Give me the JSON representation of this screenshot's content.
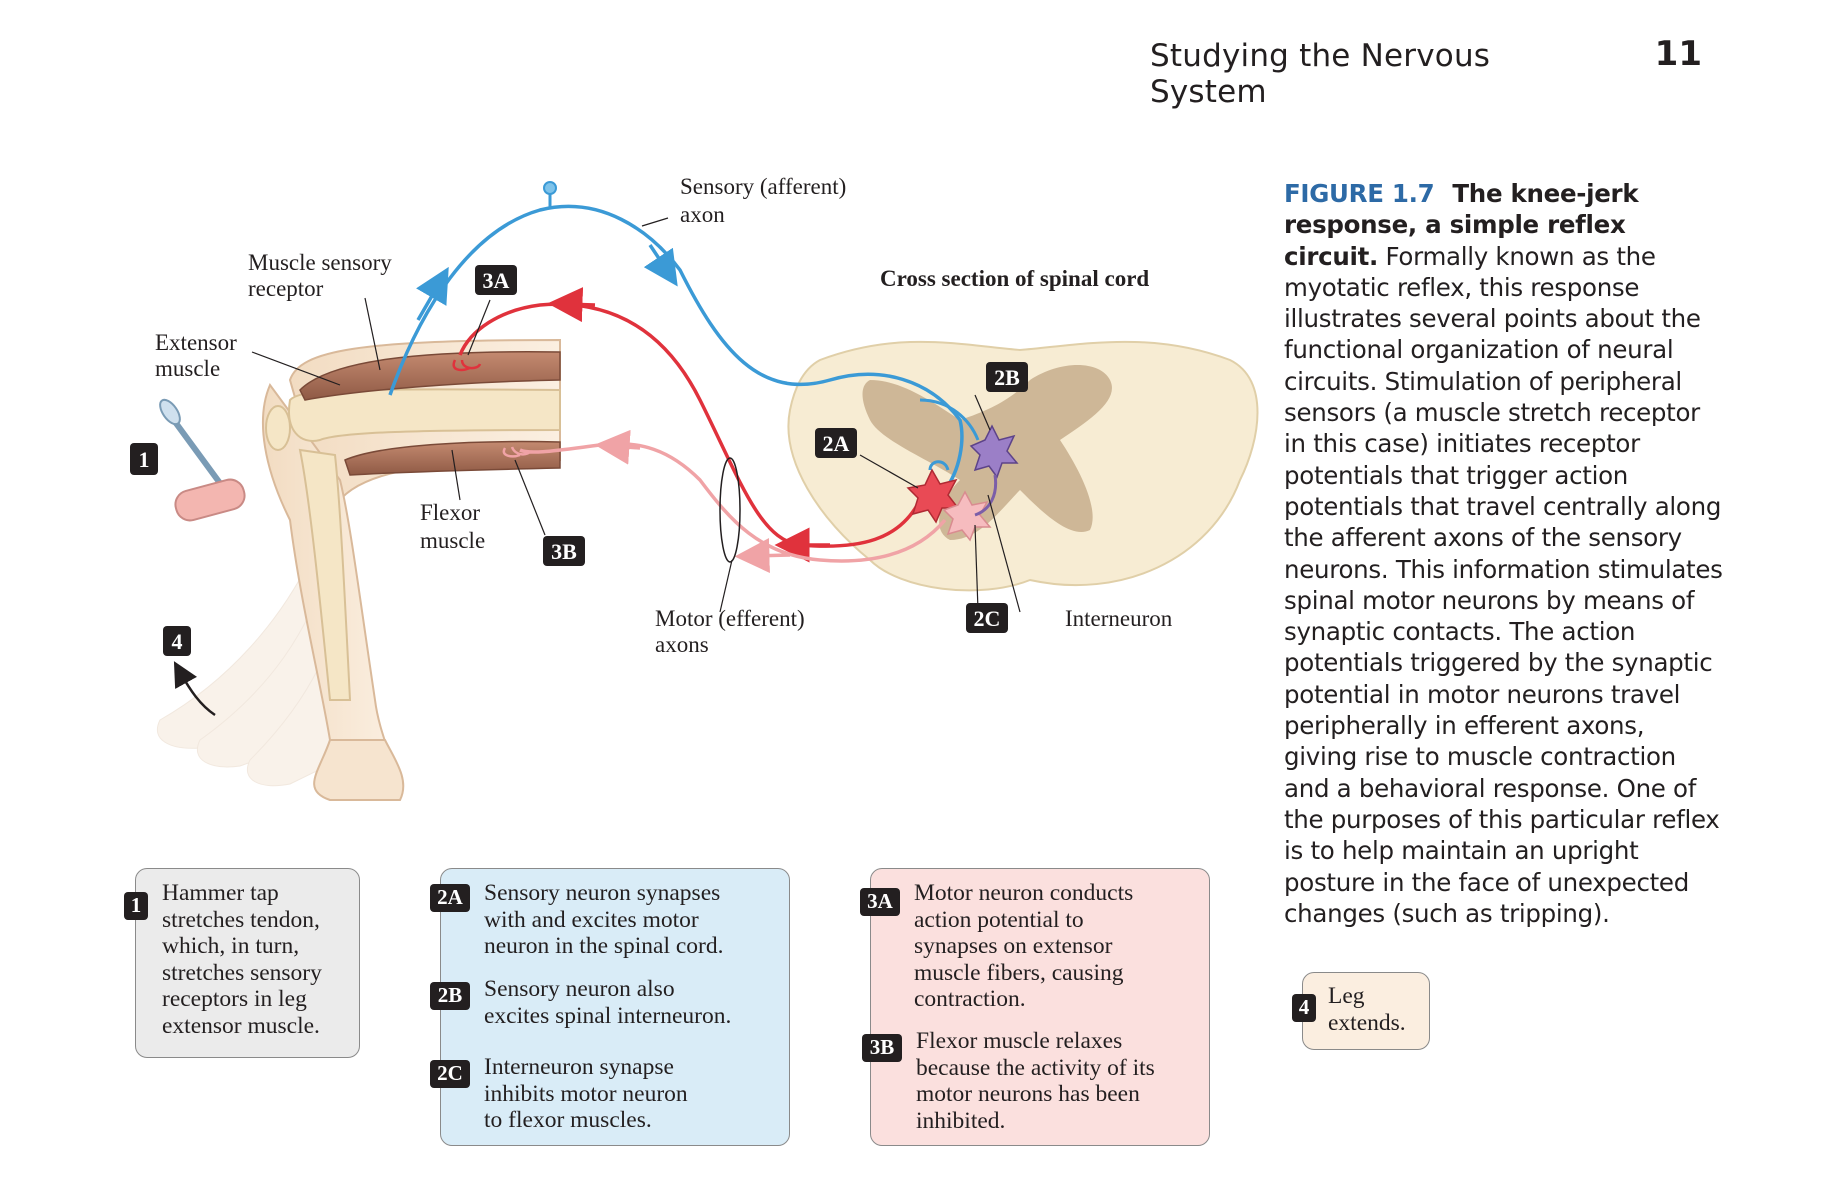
{
  "header": {
    "title": "Studying the Nervous System",
    "page_number": "11"
  },
  "caption": {
    "figure_label": "FIGURE 1.7",
    "title": "The knee-jerk response, a simple reflex circuit.",
    "body": "Formally known as the myotatic reflex, this response illustrates several points about the functional organization of neural circuits. Stimulation of peripheral sensors (a muscle stretch receptor in this case) initiates receptor potentials that trigger action potentials that travel centrally along the afferent axons of the sensory neurons. This information stimulates spinal motor neurons by means of synaptic contacts. The action potentials triggered by the synaptic potential in motor neurons travel peripherally in efferent axons, giving rise to muscle contraction and a behavioral response. One of the purposes of this particular reflex is to help maintain an upright posture in the face of unexpected changes (such as tripping)."
  },
  "diagram": {
    "labels": {
      "sensory_axon_1": "Sensory (afferent)",
      "sensory_axon_2": "axon",
      "muscle_receptor_1": "Muscle sensory",
      "muscle_receptor_2": "receptor",
      "extensor_1": "Extensor",
      "extensor_2": "muscle",
      "flexor_1": "Flexor",
      "flexor_2": "muscle",
      "cross_section": "Cross section of spinal cord",
      "motor_axons_1": "Motor (efferent)",
      "motor_axons_2": "axons",
      "interneuron": "Interneuron"
    },
    "badges": {
      "b1": "1",
      "b2a": "2A",
      "b2b": "2B",
      "b2c": "2C",
      "b3a": "3A",
      "b3b": "3B",
      "b4": "4"
    },
    "colors": {
      "sensory": "#3b9ad6",
      "motor_extensor": "#e0323c",
      "motor_flexor": "#f0a3a6",
      "interneuron": "#7b5ea8",
      "spinal_cord": "#f7ecd3",
      "gray_matter": "#cbb494"
    }
  },
  "steps": {
    "s1": {
      "badge": "1",
      "lines": [
        "Hammer tap",
        "stretches tendon,",
        "which, in turn,",
        "stretches sensory",
        "receptors in leg",
        "extensor muscle."
      ]
    },
    "s2a": {
      "badge": "2A",
      "lines": [
        "Sensory neuron synapses",
        "with and excites motor",
        "neuron in the spinal cord."
      ]
    },
    "s2b": {
      "badge": "2B",
      "lines": [
        "Sensory neuron also",
        "excites spinal interneuron."
      ]
    },
    "s2c": {
      "badge": "2C",
      "lines": [
        "Interneuron synapse",
        "inhibits motor neuron",
        "to flexor muscles."
      ]
    },
    "s3a": {
      "badge": "3A",
      "lines": [
        "Motor neuron conducts",
        "action potential to",
        "synapses on extensor",
        "muscle fibers, causing",
        "contraction."
      ]
    },
    "s3b": {
      "badge": "3B",
      "lines": [
        "Flexor muscle relaxes",
        "because the activity of its",
        "motor neurons has been",
        "inhibited."
      ]
    },
    "s4": {
      "badge": "4",
      "lines": [
        "Leg",
        "extends."
      ]
    }
  }
}
